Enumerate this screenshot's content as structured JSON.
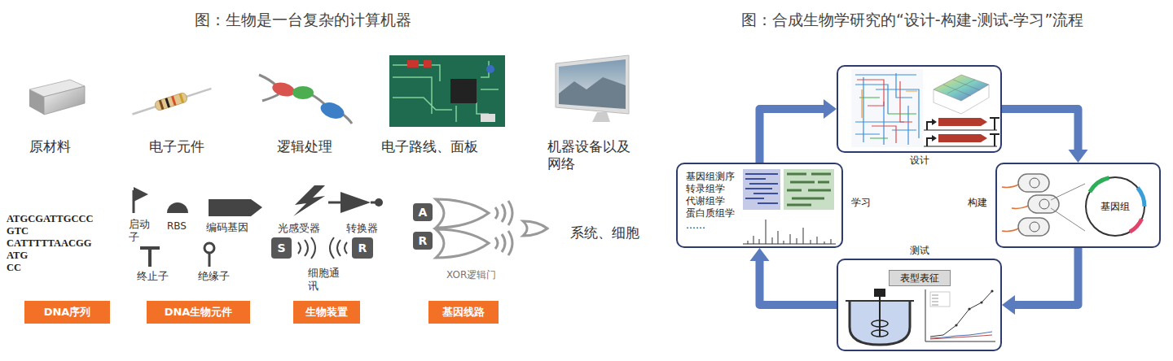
{
  "diagram": {
    "nodes": [
      {
        "text": [
          "S"
        ]
      },
      {
        "text": [
          "R"
        ]
      },
      {
        "text": [
          "A"
        ]
      },
      {
        "text": [
          "R"
        ]
      },
      {
        "text": [
          "DNA序列"
        ]
      },
      {
        "text": [
          "DNA生物元件"
        ]
      },
      {
        "text": [
          "生物装置"
        ]
      },
      {
        "text": [
          "基因线路"
        ]
      },
      {
        "text": [
          "设计"
        ]
      },
      {
        "text": [
          "学习",
          "基因组测序 转录组学 代谢组学 蛋白质组学 ……"
        ]
      },
      {
        "text": [
          "构建"
        ]
      },
      {
        "text": [
          "基因组"
        ],
        "in": 10
      },
      {
        "text": [
          "测试"
        ]
      },
      {
        "text": [
          "表型表征"
        ],
        "in": 12
      }
    ],
    "edges": [
      {
        "from": 8,
        "to": 10,
        "arrow": "to"
      },
      {
        "from": 10,
        "to": 12,
        "arrow": "to"
      },
      {
        "from": 12,
        "to": 9,
        "arrow": "to"
      },
      {
        "from": 9,
        "to": 8,
        "arrow": "to"
      }
    ],
    "labels": [
      "图：生物是一台复杂的计算机器",
      "原材料",
      "电子元件",
      "逻辑处理",
      "电子路线、面板",
      "机器设备以及网络",
      "ATGCGATTGCCC",
      "GTC",
      "CATTTTTAACGG",
      "ATG",
      "CC",
      "启动子",
      "RBS",
      "编码基因",
      "光感受器",
      "转换器",
      "系统、细胞",
      "终止子",
      "绝缘子",
      "细胞通讯",
      "XOR逻辑门",
      "图：合成生物学研究的“设计-构建-测试-学习”流程"
    ]
  }
}
